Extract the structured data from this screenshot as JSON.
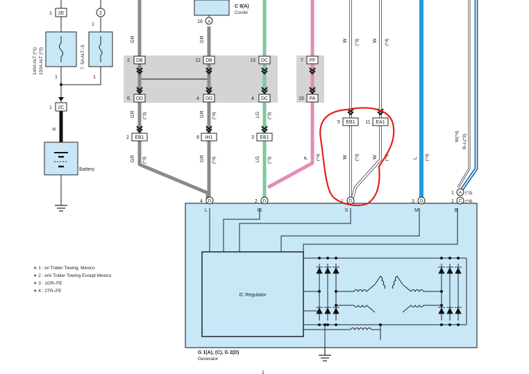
{
  "colors": {
    "gray_wire": "#8a8a8a",
    "green_wire": "#7fc7a0",
    "pink_wire": "#e48bb6",
    "blue_wire": "#1f9be0",
    "white_wire": "#ffffff",
    "black_wire": "#111111",
    "component_fill": "#c8e8f8",
    "junction_fill": "#d4d4d4",
    "highlight": "#e0201a"
  },
  "top_left": {
    "conn_2e": "2E",
    "pin_2e": "1",
    "conn_2": "2",
    "pin_2": "1",
    "fuse1_line1": "140A ALT (*1)",
    "fuse1_line2": "120A ALT (*2)",
    "fuse2_label": "7. 5A ALT–S",
    "fuse1_bottom_pin": "1",
    "fuse2_bottom_pin": "1",
    "conn_2c": "2C",
    "pin_2c": "1",
    "wire_b": "B",
    "battery_label": "Battery"
  },
  "combination_meter": {
    "code": "C 9(A)",
    "name": "Combi",
    "pin": "16",
    "conn": "A"
  },
  "junction": {
    "top": [
      {
        "pin": "2",
        "conn": "DB"
      },
      {
        "pin": "12",
        "conn": "DB"
      },
      {
        "pin": "13",
        "conn": "DC"
      },
      {
        "pin": "7",
        "conn": "PF"
      }
    ],
    "bottom": [
      {
        "pin": "6",
        "conn": "DD"
      },
      {
        "pin": "4",
        "conn": "DD"
      },
      {
        "pin": "4",
        "conn": "DC"
      },
      {
        "pin": "15",
        "conn": "PA"
      }
    ]
  },
  "wires_top": [
    "GR",
    "GR",
    "W",
    "(*3)",
    "W",
    "(*4)"
  ],
  "wires_mid": [
    "GR",
    "(*3)",
    "GR",
    "(*4)",
    "LG",
    "(*3)"
  ],
  "connectors_mid": [
    {
      "pin": "2",
      "conn": "EB1"
    },
    {
      "pin": "8",
      "conn": "IH1"
    },
    {
      "pin": "3",
      "conn": "EB1"
    },
    {
      "pin": "5",
      "conn": "EB1"
    },
    {
      "pin": "11",
      "conn": "EA1"
    }
  ],
  "wires_low": {
    "gr1": "GR",
    "gr1_note": "(*3)",
    "gr2": "GR",
    "gr2_note": "(*4)",
    "lg": "LG",
    "lg_note": "(*3)",
    "p": "P",
    "p_note": "(*4)",
    "w1": "W",
    "w1_note": "(*3)",
    "w2": "W",
    "w2_note": "(*4)",
    "l": "L",
    "l_note": "(*4)",
    "wr": "W(*4)",
    "bl": "B–L(*3)"
  },
  "generator_pins": {
    "l": {
      "pin": "4",
      "conn": "D",
      "label": "L"
    },
    "ig": {
      "pin": "2",
      "conn": "D",
      "label": "IG"
    },
    "s": {
      "pin": "1",
      "conn": "D",
      "label": "S"
    },
    "m": {
      "pin": "3",
      "conn": "D",
      "label": "M"
    },
    "b": {
      "label": "B",
      "pin_a": "1",
      "conn_a": "A",
      "note_a": "(*3)",
      "pin_c": "1",
      "conn_c": "C",
      "note_c": "(*4)"
    }
  },
  "ic_regulator": "IC Regulator",
  "generator_code": "G 1(A), (C), G 2(D)",
  "generator_name": "Generator",
  "notes": [
    "∗ 1 : w/ Trailer Towing,  Mexico",
    "∗ 2 : w/o Trailer Towing Except Mexico",
    "∗ 3 : 1GR–FE",
    "∗ 4 : 2TR–FE"
  ],
  "page_mark": "1"
}
